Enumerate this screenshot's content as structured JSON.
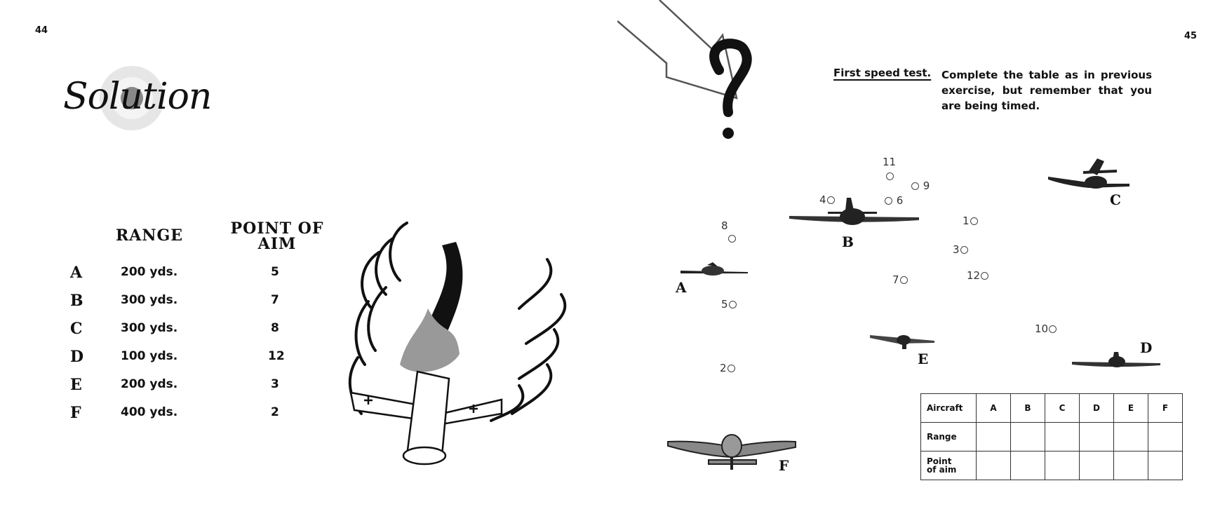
{
  "pages": {
    "left": "44",
    "right": "45"
  },
  "solution": {
    "script_title": "Solution",
    "header_range": "RANGE",
    "header_aim_line1": "POINT OF",
    "header_aim_line2": "AIM",
    "rows": [
      {
        "letter": "A",
        "range": "200 yds.",
        "aim": "5"
      },
      {
        "letter": "B",
        "range": "300 yds.",
        "aim": "7"
      },
      {
        "letter": "C",
        "range": "300 yds.",
        "aim": "8"
      },
      {
        "letter": "D",
        "range": "100 yds.",
        "aim": "12"
      },
      {
        "letter": "E",
        "range": "200 yds.",
        "aim": "3"
      },
      {
        "letter": "F",
        "range": "400 yds.",
        "aim": "2"
      }
    ]
  },
  "speed_test": {
    "title": "First speed test.",
    "instruction": "Complete the table as in previous exercise, but remember that you are being timed."
  },
  "marks": [
    "11",
    "9",
    "6",
    "4",
    "8",
    "1",
    "3",
    "12",
    "7",
    "5",
    "10",
    "2"
  ],
  "plane_labels": [
    "A",
    "B",
    "C",
    "D",
    "E",
    "F"
  ],
  "answer_table": {
    "headers": [
      "Aircraft",
      "A",
      "B",
      "C",
      "D",
      "E",
      "F"
    ],
    "row_range": "Range",
    "row_aim_line1": "Point",
    "row_aim_line2": "of aim"
  }
}
